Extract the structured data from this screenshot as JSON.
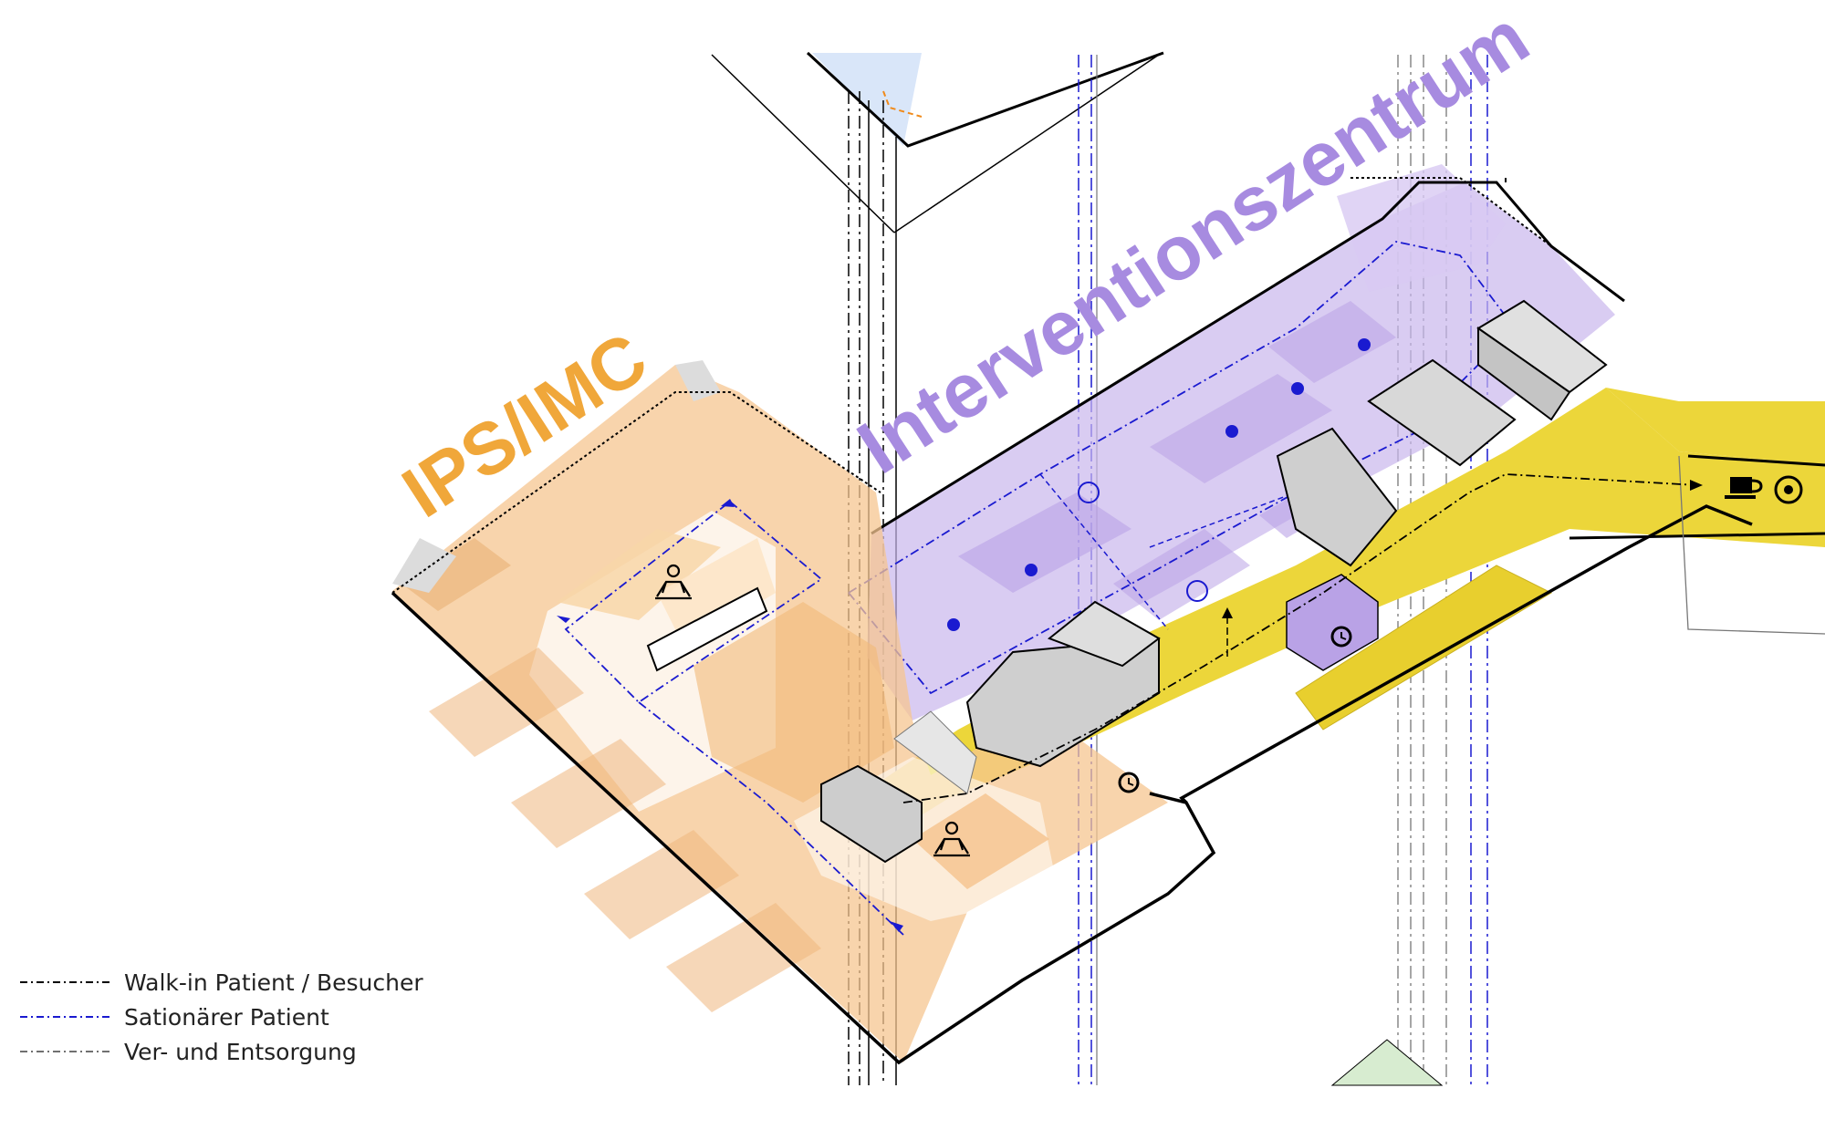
{
  "zones": {
    "ips_label": "IPS/IMC",
    "intervention_label": "Interventionszentrum"
  },
  "legend": [
    {
      "label": "Walk-in Patient / Besucher",
      "line_color": "#000000",
      "dash": "8 4 2 4"
    },
    {
      "label": "Sationärer Patient",
      "line_color": "#1a1ad0",
      "dash": "8 4 2 4"
    },
    {
      "label": "Ver- und Entsorgung",
      "line_color": "#707070",
      "dash": "8 4 2 4"
    }
  ],
  "colors": {
    "ips_orange": "#f6c690",
    "ips_label": "#f0a73a",
    "intervention_purple": "#c9b6ec",
    "intervention_label": "#a78be0",
    "circulation_yellow": "#ecd63a",
    "core_gray": "#c8c8c8",
    "patient_path": "#1a1ad0",
    "visitor_path": "#000000",
    "supply_path": "#707070"
  },
  "icons": [
    "meditation-icon",
    "meditation-icon",
    "clock-icon",
    "clock-icon",
    "coffee-icon",
    "target-icon"
  ]
}
